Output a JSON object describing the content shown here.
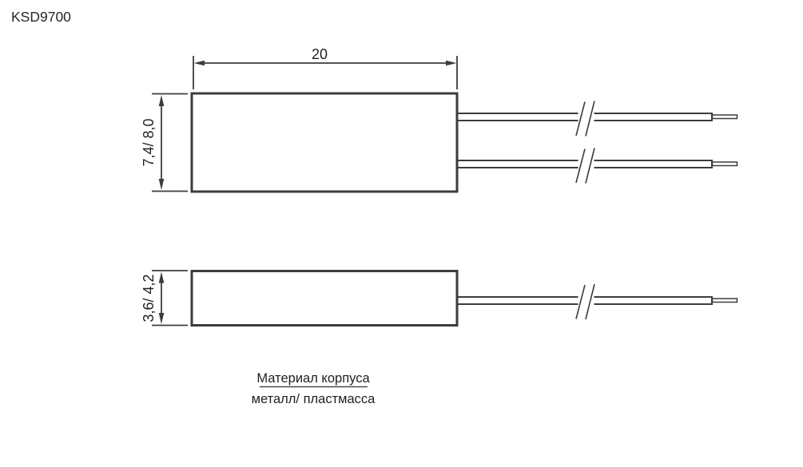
{
  "page": {
    "title": "KSD9700"
  },
  "colors": {
    "line": "#3c3c3e",
    "text": "#1f1f1f",
    "background": "#ffffff",
    "note_divider": "#4a4a4a"
  },
  "drawing": {
    "top_view": {
      "width_dim": "20",
      "height_dim": "7,4/ 8,0"
    },
    "side_view": {
      "height_dim": "3,6/ 4,2"
    },
    "material_note": {
      "line1": "Материал корпуса",
      "line2": "металл/ пластмасса"
    }
  }
}
